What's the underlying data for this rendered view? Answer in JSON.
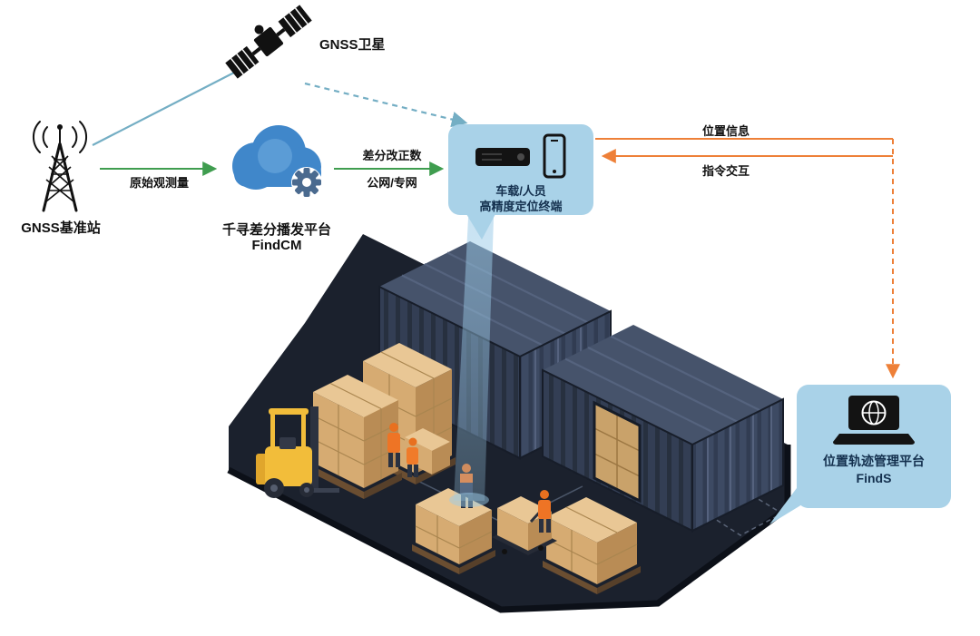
{
  "diagram": {
    "nodes": {
      "satellite": {
        "label": "GNSS卫星"
      },
      "base_station": {
        "label": "GNSS基准站"
      },
      "cloud_platform": {
        "name": "千寻差分播发平台",
        "product": "FindCM"
      },
      "terminal": {
        "line1": "车载/人员",
        "line2": "高精度定位终端"
      },
      "management_platform": {
        "name": "位置轨迹管理平台",
        "product": "FindS"
      }
    },
    "links": {
      "raw_observation": {
        "label": "原始观测量"
      },
      "correction": {
        "line1": "差分改正数",
        "line2": "公网/专网"
      },
      "position_info": {
        "label": "位置信息"
      },
      "command": {
        "label": "指令交互"
      }
    }
  },
  "icons": {
    "satellite": "satellite-icon",
    "base_station": "radio-tower-icon",
    "cloud_platform": "cloud-gear-icon",
    "terminal": [
      "receiver-icon",
      "smartphone-icon"
    ],
    "management_platform": "laptop-globe-icon"
  },
  "colors": {
    "bubble": "#a9d2e8",
    "bubble_text": "#14304e",
    "arrow_green": "#3f9d4f",
    "arrow_orange": "#ee8038",
    "line_teal": "#74aec4",
    "cloud_blue": "#4087ca",
    "gear_blue": "#4a6a8f",
    "floor_dark": "#1b212d",
    "container_navy": "#333e54",
    "crate_tan": "#d6ab72",
    "forklift_yellow": "#f2bd3a",
    "worker_orange": "#ee7425"
  }
}
